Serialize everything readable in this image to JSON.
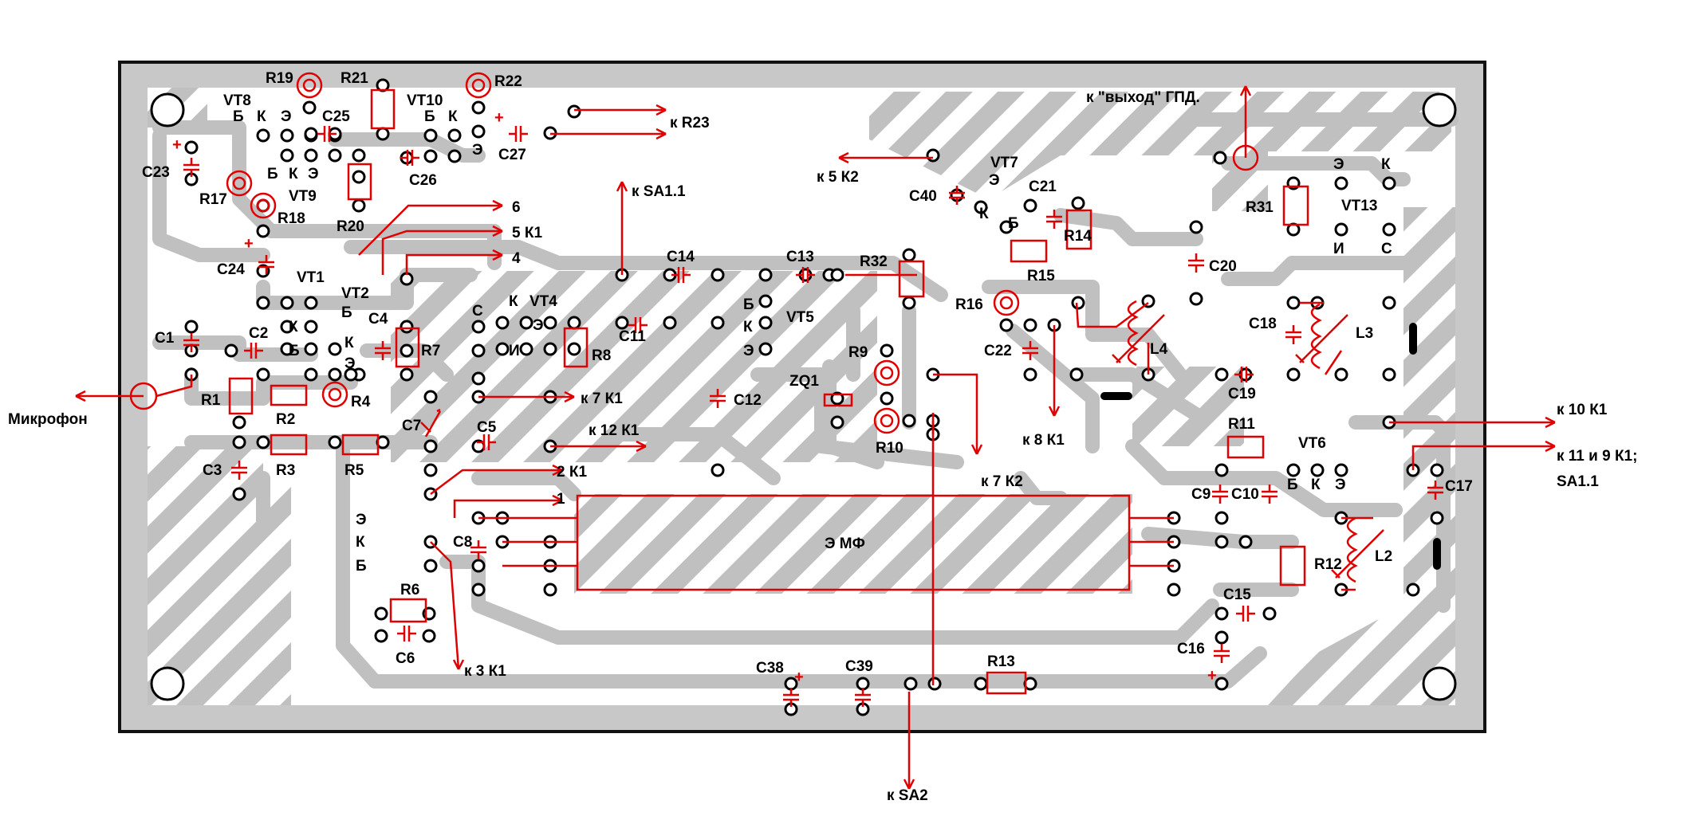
{
  "colors": {
    "board_fill": "#c8c8c8",
    "board_border": "#111111",
    "copper": "#c0c0c0",
    "hatch": "#c0c0c0",
    "pad_fill": "#ffffff",
    "component_red": "#e00000",
    "text": "#000000"
  },
  "components": {
    "r19": "R19",
    "r21": "R21",
    "vt10": "VT10",
    "r22": "R22",
    "vt8": "VT8",
    "c25": "C25",
    "c23": "C23",
    "c26": "C26",
    "c27": "C27",
    "r17": "R17",
    "vt9": "VT9",
    "r18": "R18",
    "r20": "R20",
    "c24": "C24",
    "vt1": "VT1",
    "vt2": "VT2",
    "c1": "C1",
    "c2": "C2",
    "c4": "C4",
    "r7": "R7",
    "r1": "R1",
    "r2": "R2",
    "r4": "R4",
    "c3": "C3",
    "r3": "R3",
    "r5": "R5",
    "c7": "C7",
    "c5": "C5",
    "vt4": "VT4",
    "c11": "C11",
    "c14": "C14",
    "r8": "R8",
    "c12": "C12",
    "c13": "C13",
    "vt5": "VT5",
    "r32": "R32",
    "r9": "R9",
    "zq1": "ZQ1",
    "r10": "R10",
    "r16": "R16",
    "c40": "C40",
    "vt7": "VT7",
    "c21": "C21",
    "r14": "R14",
    "r15": "R15",
    "c22": "C22",
    "l4": "L4",
    "r31": "R31",
    "vt13": "VT13",
    "c20": "C20",
    "c18": "C18",
    "l3": "L3",
    "c19": "C19",
    "r11": "R11",
    "vt6": "VT6",
    "c9": "C9",
    "c10": "C10",
    "r12": "R12",
    "l2": "L2",
    "c17": "C17",
    "c15": "C15",
    "c16": "C16",
    "r13": "R13",
    "c38": "C38",
    "c39": "C39",
    "c8": "C8",
    "r6": "R6",
    "c6": "C6",
    "emf": "Э МФ"
  },
  "pins": {
    "b": "Б",
    "k": "К",
    "e": "Э",
    "s": "С",
    "i": "И",
    "k_vt4": "К",
    "e_vt4": "Э",
    "i_vt4": "И"
  },
  "connections": {
    "k_r23": "к R23",
    "k_sa11": "к SA1.1",
    "k_5_k2": "к 5  К2",
    "vykhod": "к \"выход\"  ГПД.",
    "n6": "6",
    "n5_k1": "5   К1",
    "n4": "4",
    "k_7_k1": "к 7  К1",
    "k_12_k1": "к 12  К1",
    "n2_k1": "2  К1",
    "n1": "1",
    "k_3_k1": "к 3  К1",
    "k_sa2": "к SA2",
    "k_8_k1": "к 8  К1",
    "k_7_k2": "к 7  К2",
    "k_10_k1": "к 10   К1",
    "k_11_9_k1": "к 11 и  9   К1;",
    "sa11": "SA1.1",
    "mikrofon": "Микрофон"
  },
  "polarity": {
    "plus": "+"
  }
}
